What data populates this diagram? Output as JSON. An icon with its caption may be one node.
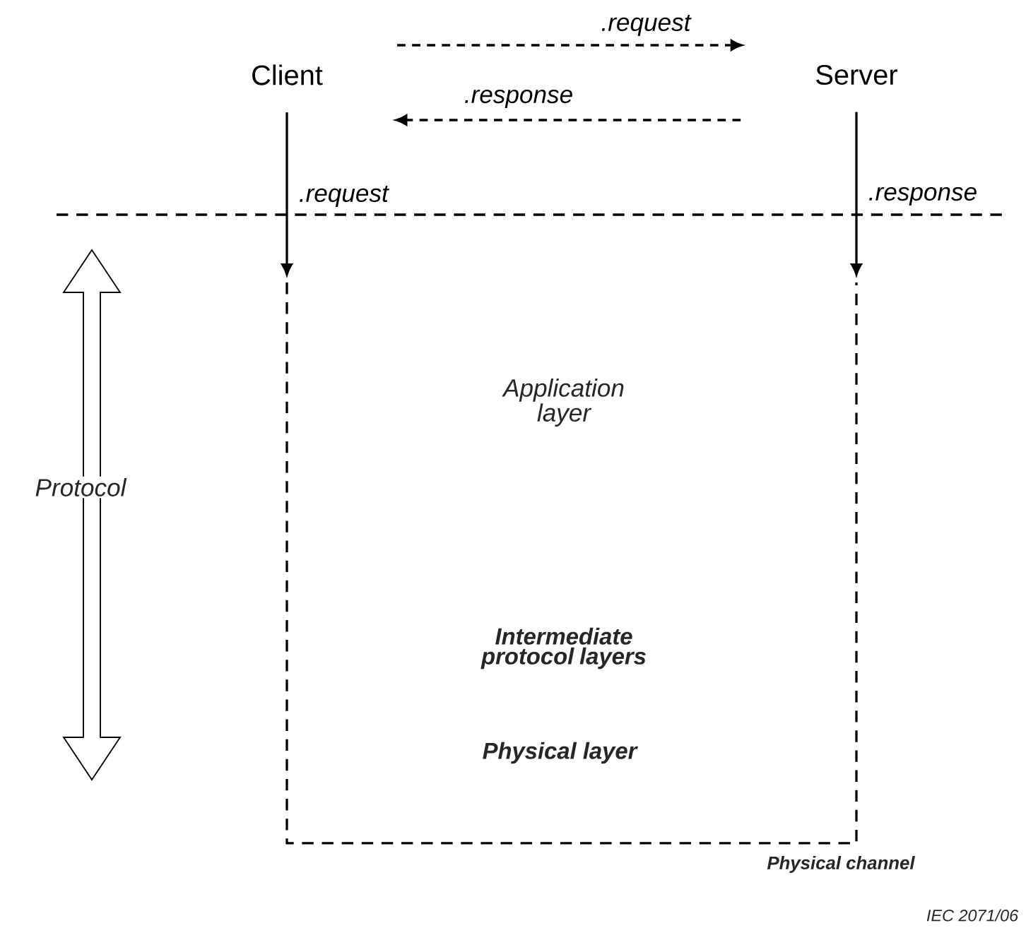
{
  "diagram": {
    "nodes": [
      {
        "text": [
          "Client"
        ]
      },
      {
        "text": [
          "Server"
        ]
      }
    ],
    "edges": [
      {
        "from": 0,
        "to": 1,
        "arrow": "to",
        "style": "dashed",
        "label": ".request"
      },
      {
        "from": 1,
        "to": 0,
        "arrow": "to",
        "style": "dashed",
        "label": ".response"
      },
      {
        "from": 0,
        "to": null,
        "arrow": "to",
        "label": ".request"
      },
      {
        "from": 1,
        "to": null,
        "arrow": "to",
        "label": ".response"
      }
    ],
    "labels": [
      "Protocol",
      "Application layer",
      "Intermediate protocol layers",
      "Physical layer",
      "Physical channel",
      "IEC 2071/06"
    ]
  }
}
